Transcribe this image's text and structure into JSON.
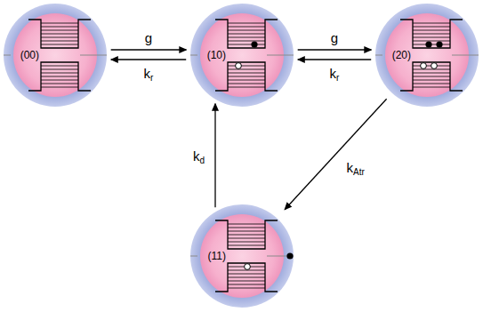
{
  "diagram": {
    "nodes": [
      {
        "text": [
          "(00)"
        ]
      },
      {
        "text": [
          "(10)"
        ]
      },
      {
        "text": [
          "(20)"
        ]
      },
      {
        "text": [
          "(11)"
        ]
      }
    ],
    "edges": [
      {
        "from": 0,
        "to": 1,
        "label": "g",
        "arrow": "to"
      },
      {
        "from": 1,
        "to": 0,
        "label": "kr",
        "arrow": "to"
      },
      {
        "from": 1,
        "to": 2,
        "label": "g",
        "arrow": "to"
      },
      {
        "from": 2,
        "to": 1,
        "label": "kr",
        "arrow": "to"
      },
      {
        "from": 2,
        "to": 3,
        "label": "kAtr",
        "arrow": "to"
      },
      {
        "from": 3,
        "to": 1,
        "label": "kd",
        "arrow": "to"
      }
    ]
  }
}
